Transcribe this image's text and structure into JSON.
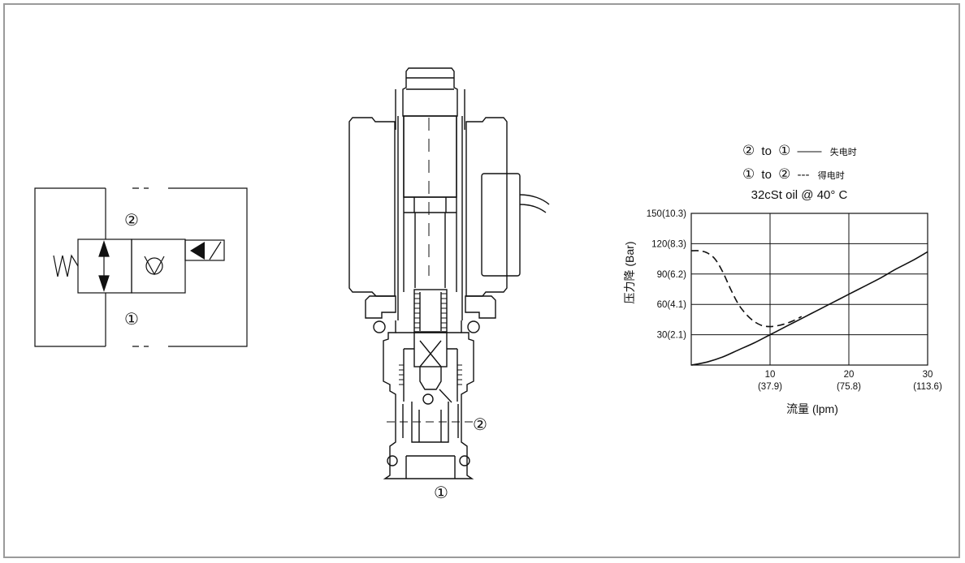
{
  "symbol": {
    "port_top": "②",
    "port_bottom": "①"
  },
  "section": {
    "port_side": "②",
    "port_bottom": "①"
  },
  "chart_data": {
    "type": "line",
    "legend": {
      "line1": {
        "from": "②",
        "to_word": "to",
        "to": "①",
        "style": "——",
        "label": "失电时"
      },
      "line2": {
        "from": "①",
        "to_word": "to",
        "to": "②",
        "style": "---",
        "label": "得电时"
      },
      "condition": "32cSt oil @ 40°  C"
    },
    "ylabel": "压力降 (Bar)",
    "xlabel": "流量 (lpm)",
    "xlim": [
      0,
      30
    ],
    "ylim": [
      0,
      150
    ],
    "grid": true,
    "y_ticks": [
      {
        "value": 30,
        "label": "30(2.1)"
      },
      {
        "value": 60,
        "label": "60(4.1)"
      },
      {
        "value": 90,
        "label": "90(6.2)"
      },
      {
        "value": 120,
        "label": "120(8.3)"
      },
      {
        "value": 150,
        "label": "150(10.3)"
      }
    ],
    "x_ticks": [
      {
        "value": 10,
        "label": "10",
        "sub": "(37.9)"
      },
      {
        "value": 20,
        "label": "20",
        "sub": "(75.8)"
      },
      {
        "value": 30,
        "label": "30",
        "sub": "(113.6)"
      }
    ],
    "series": [
      {
        "style": "solid",
        "x": [
          0,
          2,
          4,
          6,
          8,
          10,
          12,
          14,
          16,
          18,
          20,
          22,
          24,
          26,
          28,
          30
        ],
        "y": [
          0,
          3,
          8,
          15,
          22,
          30,
          38,
          46,
          54,
          62,
          70,
          78,
          86,
          95,
          103,
          112
        ]
      },
      {
        "style": "dashed",
        "x": [
          0,
          1,
          2,
          3,
          4,
          5,
          6,
          7,
          8,
          9,
          10,
          11,
          12,
          13,
          14
        ],
        "y": [
          113,
          113,
          111,
          105,
          92,
          75,
          60,
          50,
          43,
          39,
          38,
          39,
          41,
          44,
          48
        ]
      }
    ]
  }
}
